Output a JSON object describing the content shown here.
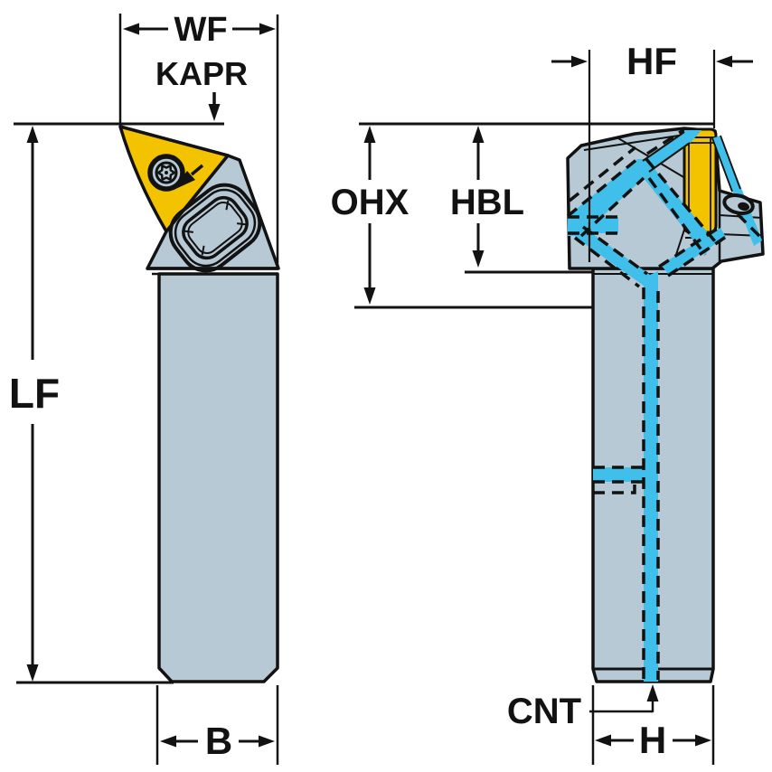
{
  "diagram": {
    "title": "Turning tool holder dimensional drawing, front and side views",
    "views": {
      "front": {
        "name": "front-view",
        "labels": {
          "wf": "WF",
          "kapr": "KAPR",
          "lf": "LF",
          "b": "B"
        }
      },
      "side": {
        "name": "side-view",
        "labels": {
          "hf": "HF",
          "ohx": "OHX",
          "hbl": "HBL",
          "cnt": "CNT",
          "h": "H"
        }
      }
    },
    "colors": {
      "body": "#b7c9d4",
      "insert": "#f3c300",
      "coolant": "#3fbfe9",
      "outline": "#121212",
      "background": "#ffffff"
    }
  }
}
